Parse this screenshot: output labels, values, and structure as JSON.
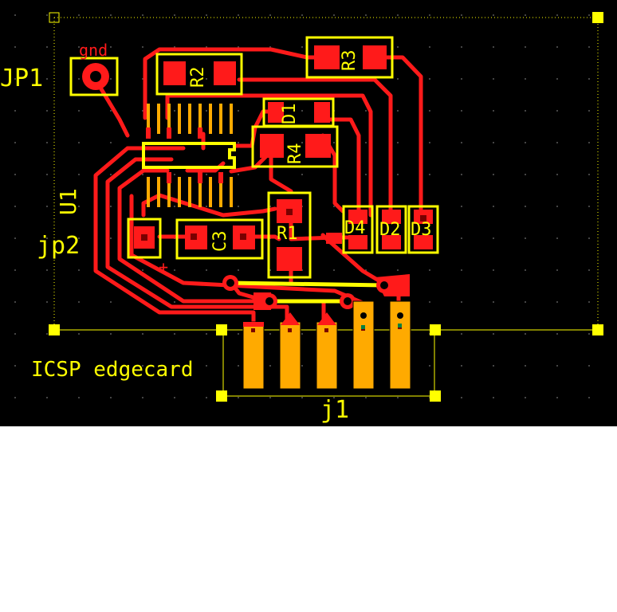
{
  "board": {
    "colors": {
      "background": "#000000",
      "copper": "#ff1a1a",
      "silkscreen": "#ffff00",
      "pad_gold": "#ffaa00",
      "outline": "#ffff00"
    },
    "labels": {
      "jp1": "JP1",
      "gnd": "gnd",
      "r2": "R2",
      "r3": "R3",
      "d1": "D1",
      "r4": "R4",
      "u1": "U1",
      "jp2": "jp2",
      "c3": "C3",
      "r1": "R1",
      "d4": "D4",
      "d2": "D2",
      "d3": "D3",
      "plus": "+",
      "icsp": "ICSP edgecard",
      "j1": "j1"
    }
  }
}
